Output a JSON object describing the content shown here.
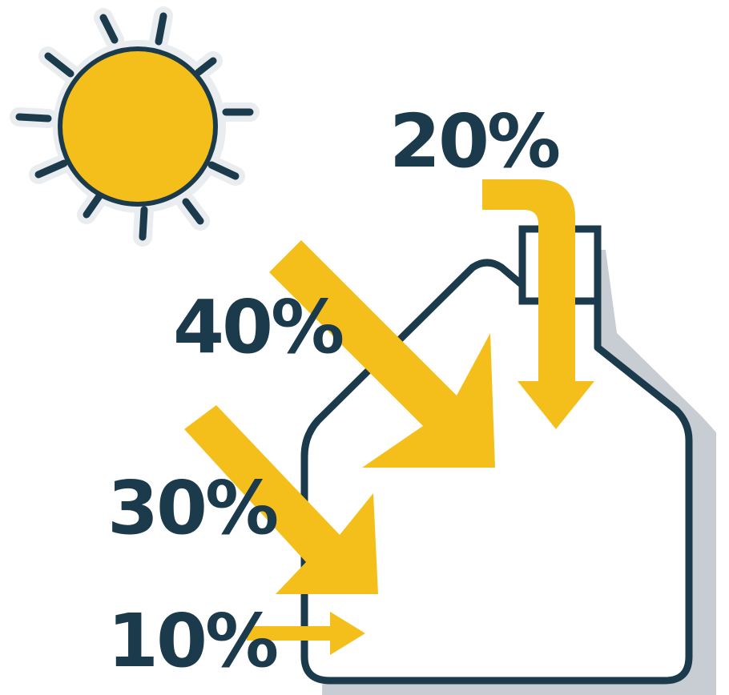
{
  "labels": {
    "p20": "20%",
    "p40": "40%",
    "p30": "30%",
    "p10": "10%"
  },
  "colors": {
    "accent": "#f5bf1b",
    "outline": "#1b3a4b",
    "shadow": "#c2c8ce",
    "sun_glow": "#e9edf0"
  },
  "icons": [
    "sun-icon",
    "house-icon",
    "chimney-icon",
    "arrow-icon"
  ]
}
